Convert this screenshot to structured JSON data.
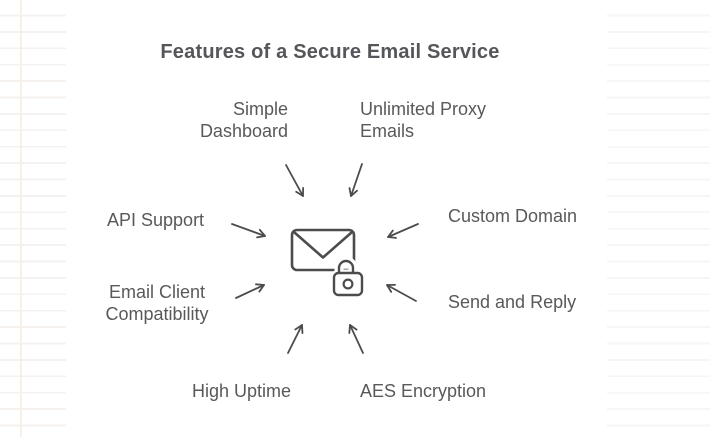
{
  "page": {
    "title": "Features of a Secure Email Service"
  },
  "diagram": {
    "center_icon": "envelope-with-padlock",
    "features": [
      {
        "label": "Simple\nDashboard",
        "position": "top-left"
      },
      {
        "label": "Unlimited Proxy\nEmails",
        "position": "top-right"
      },
      {
        "label": "API Support",
        "position": "left"
      },
      {
        "label": "Custom Domain",
        "position": "right"
      },
      {
        "label": "Email Client\nCompatibility",
        "position": "lower-left"
      },
      {
        "label": "Send and Reply",
        "position": "lower-right"
      },
      {
        "label": "High Uptime",
        "position": "bottom-left"
      },
      {
        "label": "AES Encryption",
        "position": "bottom-right"
      }
    ]
  },
  "colors": {
    "background": "#ffffff",
    "title_text": "#55565a",
    "label_text": "#58595b",
    "icon_stroke": "#4b4c4e",
    "arrow_stroke": "#4b4c4e",
    "ruled_line_left": "#f4f1ee",
    "ruled_line_right": "#f6f6f6",
    "ruled_vertical_line": "#f8efe5"
  }
}
